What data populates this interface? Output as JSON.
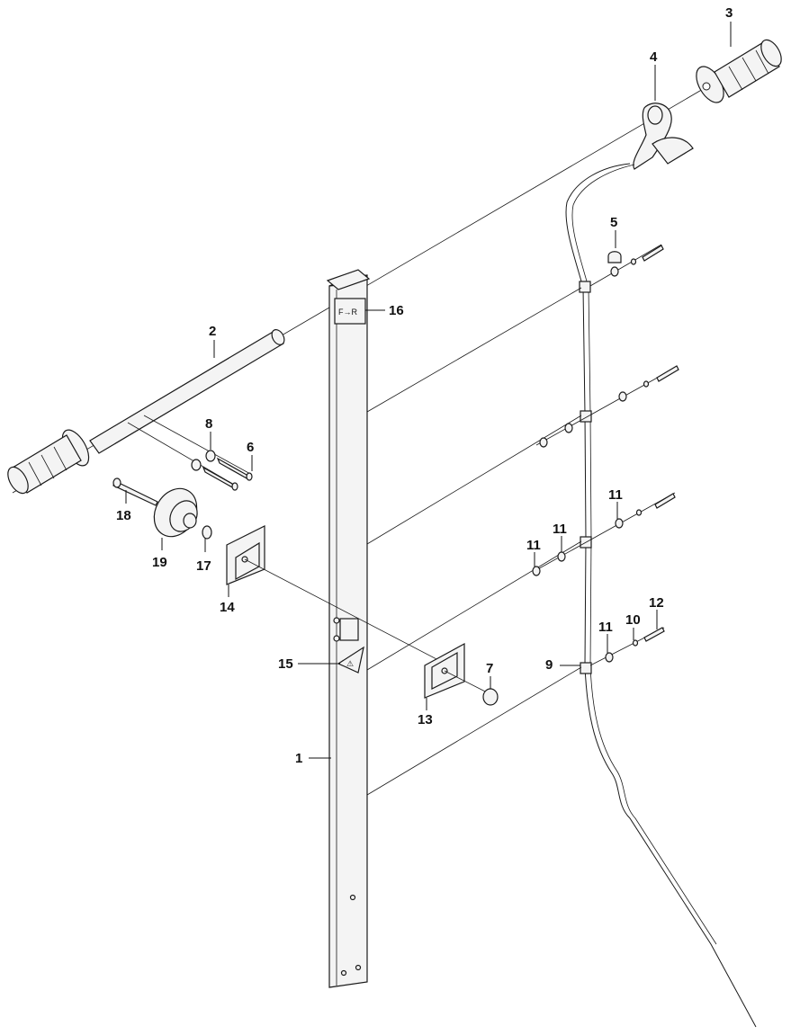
{
  "callouts": {
    "p1": "1",
    "p2": "2",
    "p3": "3",
    "p4": "4",
    "p5": "5",
    "p6": "6",
    "p7": "7",
    "p8": "8",
    "p9": "9",
    "p10": "10",
    "p11a": "11",
    "p11b": "11",
    "p11c": "11",
    "p11d": "11",
    "p12": "12",
    "p13": "13",
    "p14": "14",
    "p15": "15",
    "p16": "16",
    "p17": "17",
    "p18": "18",
    "p19": "19"
  }
}
